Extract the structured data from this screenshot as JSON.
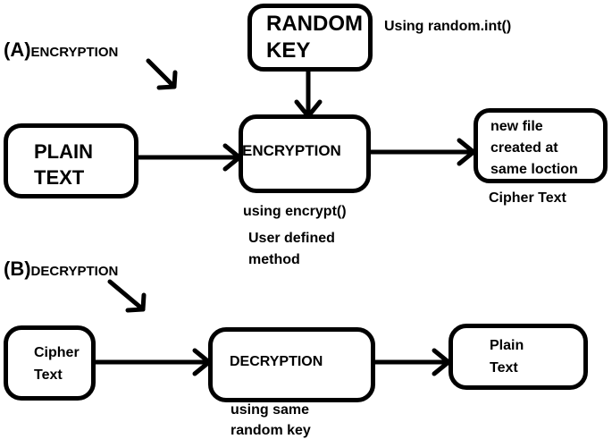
{
  "section_a": {
    "letter": "(A)",
    "title": "ENCRYPTION"
  },
  "section_b": {
    "letter": "(B)",
    "title": "DECRYPTION"
  },
  "random_key": {
    "line1": "RANDOM",
    "line2": "KEY",
    "note": "Using random.int()"
  },
  "plain_text_box": {
    "line1": "PLAIN",
    "line2": "TEXT"
  },
  "encryption_box": {
    "label": "ENCRYPTION",
    "note1": "using encrypt()",
    "note2": "User defined",
    "note3": "method"
  },
  "new_file_box": {
    "line1": "new file",
    "line2": "created at",
    "line3": "same loction",
    "caption": "Cipher Text"
  },
  "cipher_text_box": {
    "line1": "Cipher",
    "line2": "Text"
  },
  "decryption_box": {
    "label": "DECRYPTION",
    "note1": "using same",
    "note2": "random key"
  },
  "plain_text_out_box": {
    "line1": "Plain",
    "line2": "Text"
  }
}
